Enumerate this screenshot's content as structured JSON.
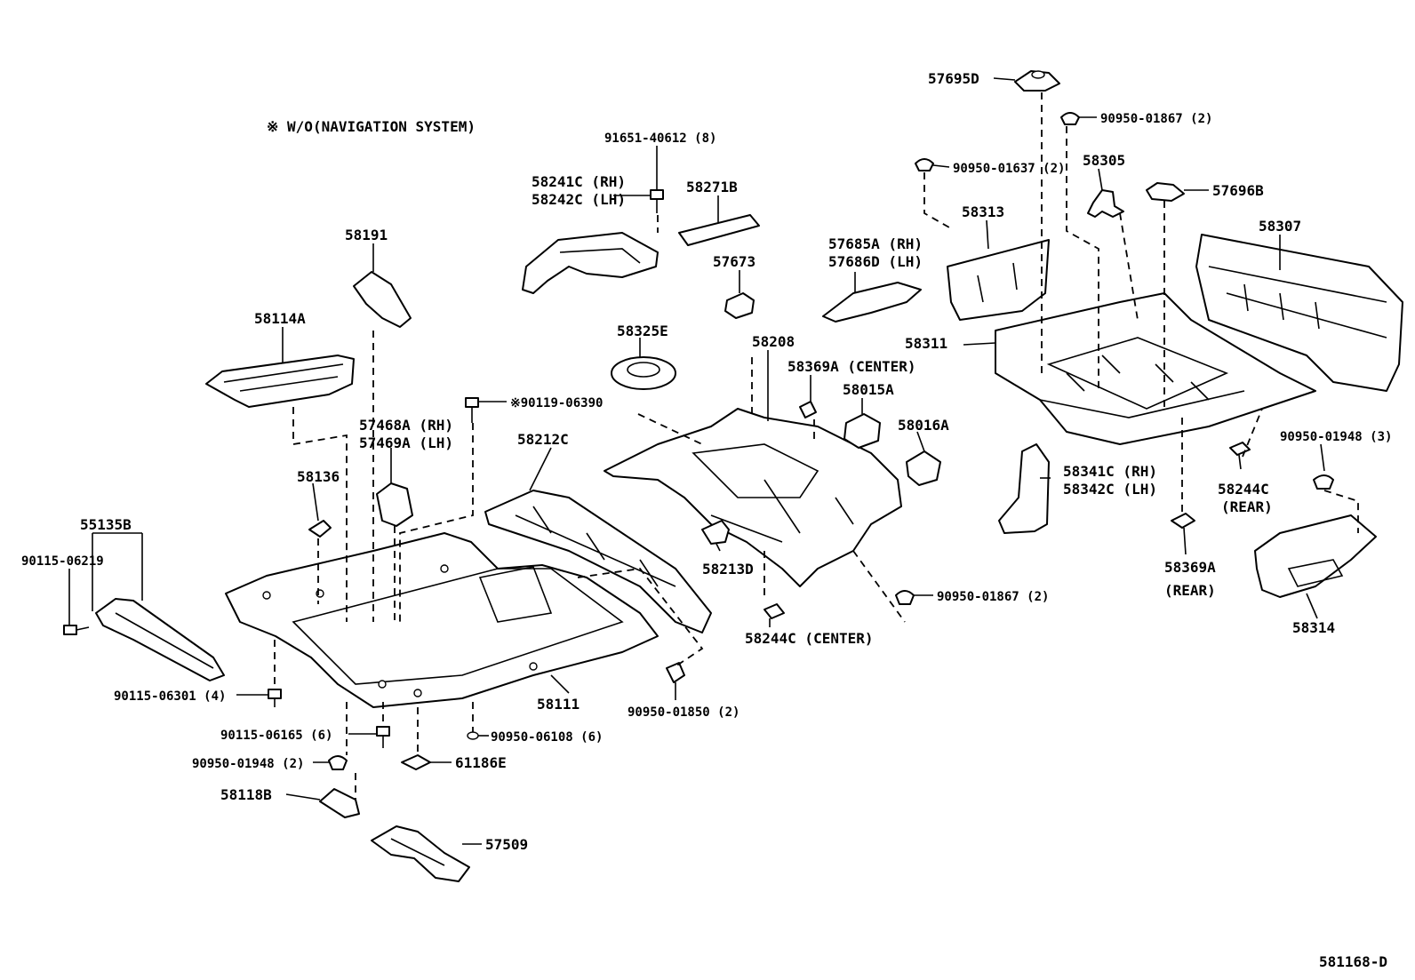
{
  "note": "※ W/O(NAVIGATION SYSTEM)",
  "diagram_code": "581168-D",
  "labels": {
    "p57695D": "57695D",
    "p90950_01867_top": "90950-01867 (2)",
    "p90950_01637": "90950-01637 (2)",
    "p58305": "58305",
    "p57696B": "57696B",
    "p58313": "58313",
    "p58307": "58307",
    "p91651_40612": "91651-40612 (8)",
    "p58241C": "58241C (RH)",
    "p58242C": "58242C (LH)",
    "p58271B": "58271B",
    "p57685A": "57685A (RH)",
    "p57686D": "57686D (LH)",
    "p58191": "58191",
    "p57673": "57673",
    "p58311": "58311",
    "p58114A": "58114A",
    "p58325E": "58325E",
    "p58208": "58208",
    "p58369A_center": "58369A (CENTER)",
    "p58015A": "58015A",
    "p90119_06390": "※90119-06390",
    "p57468A": "57468A (RH)",
    "p57469A": "57469A (LH)",
    "p58212C": "58212C",
    "p58016A": "58016A",
    "p90950_01948_3": "90950-01948 (3)",
    "p58341C": "58341C (RH)",
    "p58342C": "58342C (LH)",
    "p58136": "58136",
    "p58244C_rear": "58244C",
    "p58244C_rear_sub": "(REAR)",
    "p55135B": "55135B",
    "p90115_06219": "90115-06219",
    "p58213D": "58213D",
    "p90950_01867_mid": "90950-01867 (2)",
    "p58369A_rear": "58369A",
    "p58369A_rear_sub": "(REAR)",
    "p58244C_center": "58244C (CENTER)",
    "p58314": "58314",
    "p90115_06301": "90115-06301 (4)",
    "p58111": "58111",
    "p90950_01850": "90950-01850 (2)",
    "p90115_06165": "90115-06165 (6)",
    "p90950_06108": "90950-06108 (6)",
    "p90950_01948_2": "90950-01948 (2)",
    "p61186E": "61186E",
    "p58118B": "58118B",
    "p57509": "57509"
  }
}
